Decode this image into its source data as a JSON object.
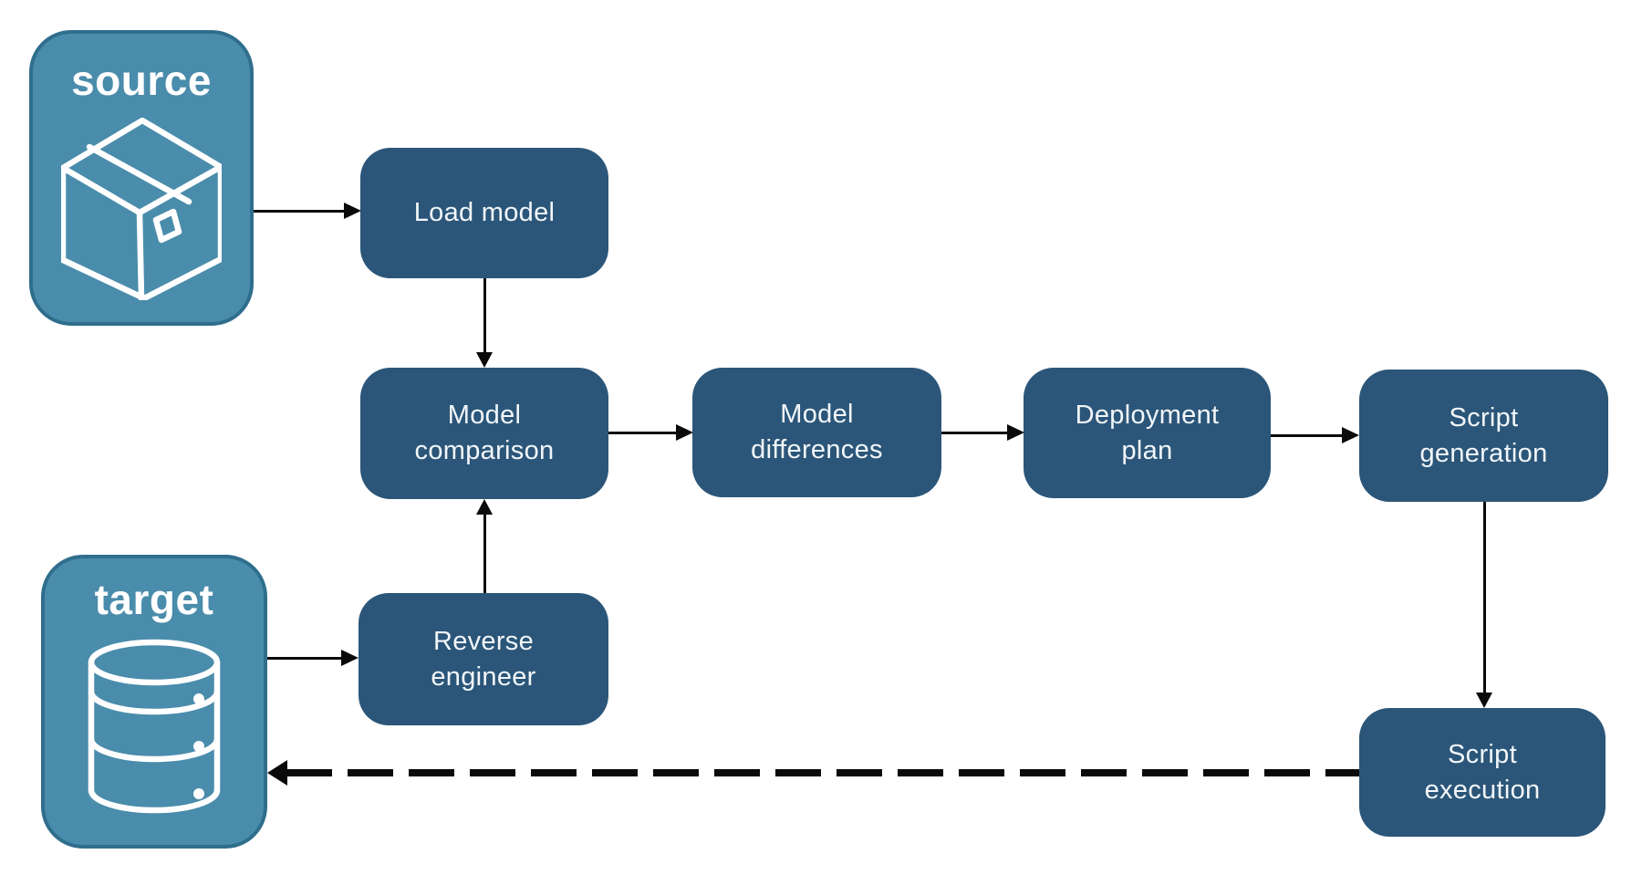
{
  "diagram": {
    "endpoints": [
      {
        "id": "source",
        "label": "source",
        "icon": "package-icon"
      },
      {
        "id": "target",
        "label": "target",
        "icon": "database-icon"
      }
    ],
    "nodes": [
      {
        "id": "load-model",
        "label": "Load model"
      },
      {
        "id": "model-comparison",
        "label": "Model comparison"
      },
      {
        "id": "model-differences",
        "label": "Model differences"
      },
      {
        "id": "deployment-plan",
        "label": "Deployment plan"
      },
      {
        "id": "script-generation",
        "label": "Script generation"
      },
      {
        "id": "reverse-engineer",
        "label": "Reverse engineer"
      },
      {
        "id": "script-execution",
        "label": "Script execution"
      }
    ],
    "connections": [
      {
        "from": "source",
        "to": "load-model",
        "style": "solid"
      },
      {
        "from": "load-model",
        "to": "model-comparison",
        "style": "solid"
      },
      {
        "from": "target",
        "to": "reverse-engineer",
        "style": "solid"
      },
      {
        "from": "reverse-engineer",
        "to": "model-comparison",
        "style": "solid"
      },
      {
        "from": "model-comparison",
        "to": "model-differences",
        "style": "solid"
      },
      {
        "from": "model-differences",
        "to": "deployment-plan",
        "style": "solid"
      },
      {
        "from": "deployment-plan",
        "to": "script-generation",
        "style": "solid"
      },
      {
        "from": "script-generation",
        "to": "script-execution",
        "style": "solid"
      },
      {
        "from": "script-execution",
        "to": "target",
        "style": "dashed"
      }
    ],
    "colors": {
      "node_fill": "#2B5679",
      "node_text": "#F2F6F9",
      "endpoint_fill": "#4A8CAB",
      "endpoint_border": "#2F6E8C",
      "endpoint_text": "#FFFFFF",
      "arrow": "#0A0A0A",
      "background": "#FFFFFF"
    }
  }
}
